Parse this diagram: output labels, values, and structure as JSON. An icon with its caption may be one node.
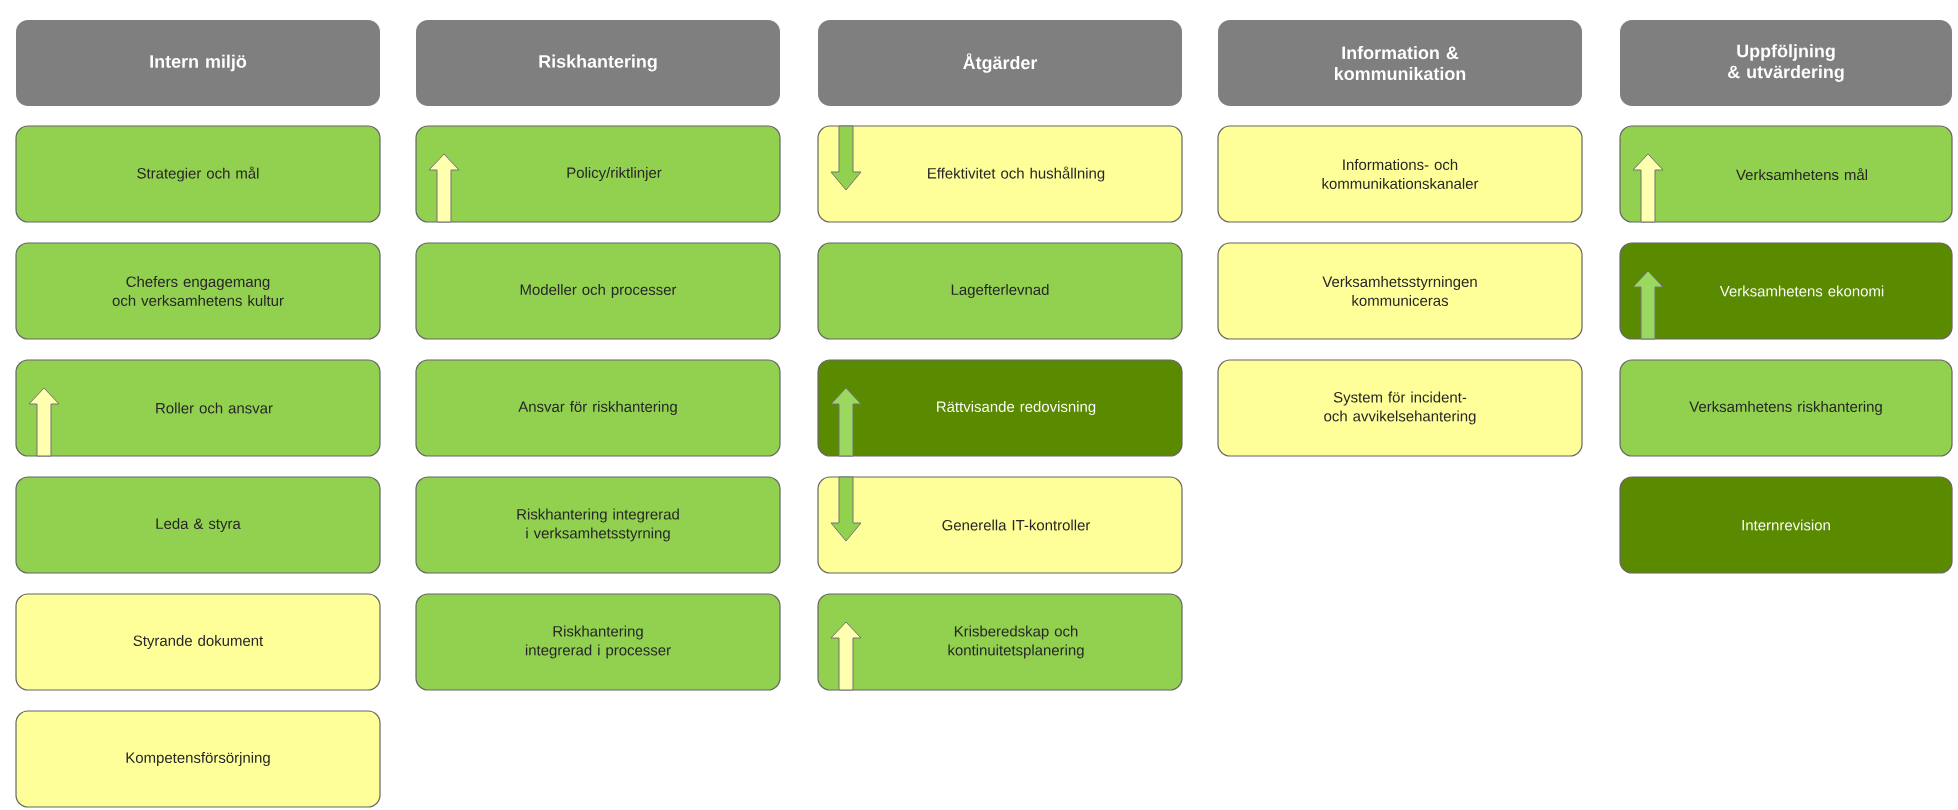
{
  "diagram": {
    "nodes": [
      {
        "text": [
          "Intern miljö"
        ]
      },
      {
        "text": [
          "Strategier och mål"
        ]
      },
      {
        "text": [
          "Chefers engagemang och verksamhetens kultur"
        ]
      },
      {
        "text": [
          "Roller och ansvar"
        ]
      },
      {
        "text": [
          "Leda & styra"
        ]
      },
      {
        "text": [
          "Styrande dokument"
        ]
      },
      {
        "text": [
          "Kompetensförsörjning"
        ]
      },
      {
        "text": [
          "Riskhantering"
        ]
      },
      {
        "text": [
          "Policy/riktlinjer"
        ]
      },
      {
        "text": [
          "Modeller och processer"
        ]
      },
      {
        "text": [
          "Ansvar för riskhantering"
        ]
      },
      {
        "text": [
          "Riskhantering integrerad i verksamhetsstyrning"
        ]
      },
      {
        "text": [
          "Riskhantering integrerad i processer"
        ]
      },
      {
        "text": [
          "Åtgärder"
        ]
      },
      {
        "text": [
          "Effektivitet och hushållning"
        ]
      },
      {
        "text": [
          "Lagefterlevnad"
        ]
      },
      {
        "text": [
          "Rättvisande redovisning"
        ]
      },
      {
        "text": [
          "Generella IT-kontroller"
        ]
      },
      {
        "text": [
          "Krisberedskap och kontinuitetsplanering"
        ]
      },
      {
        "text": [
          "Information & kommunikation"
        ]
      },
      {
        "text": [
          "Informations- och kommunikationskanaler"
        ]
      },
      {
        "text": [
          "Verksamhetsstyrningen kommuniceras"
        ]
      },
      {
        "text": [
          "System för incident- och avvikelsehantering"
        ]
      },
      {
        "text": [
          "Uppföljning & utvärdering"
        ]
      },
      {
        "text": [
          "Verksamhetens mål"
        ]
      },
      {
        "text": [
          "Verksamhetens ekonomi"
        ]
      },
      {
        "text": [
          "Verksamhetens riskhantering"
        ]
      },
      {
        "text": [
          "Internrevision"
        ]
      }
    ]
  }
}
